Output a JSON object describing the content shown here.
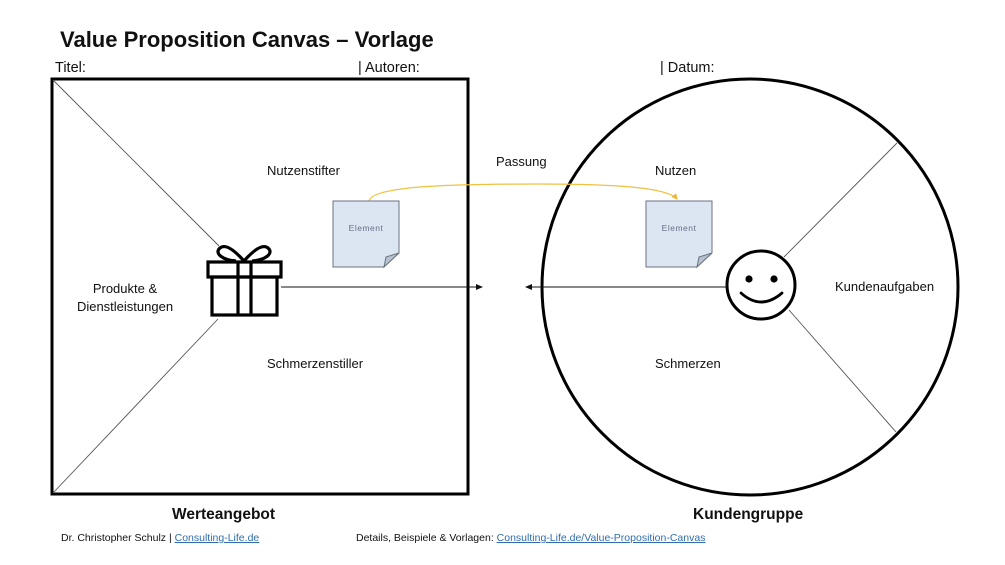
{
  "header": {
    "title": "Value Proposition Canvas – Vorlage",
    "title_field_label": "Titel:",
    "authors_field_label": "| Autoren:",
    "date_field_label": "| Datum:"
  },
  "value_proposition": {
    "section_label": "Werteangebot",
    "areas": {
      "products_services": [
        "Produkte &",
        "Dienstleistungen"
      ],
      "gain_creators": "Nutzenstifter",
      "pain_relievers": "Schmerzenstiller"
    },
    "center_icon": "gift-icon",
    "notes": [
      {
        "area": "gain_creators",
        "text": "Element"
      }
    ]
  },
  "customer_segment": {
    "section_label": "Kundengruppe",
    "areas": {
      "gains": "Nutzen",
      "pains": "Schmerzen",
      "customer_jobs": "Kundenaufgaben"
    },
    "center_icon": "smiley-icon",
    "notes": [
      {
        "area": "gains",
        "text": "Element"
      }
    ]
  },
  "fit": {
    "label": "Passung",
    "connector_color": "#f0c040"
  },
  "colors": {
    "note_fill": "#dce6f2",
    "note_border": "#6b7280",
    "link": "#2f6fb0"
  },
  "footer": {
    "author_text": "Dr. Christopher Schulz |",
    "author_link": "Consulting-Life.de",
    "details_text": "Details, Beispiele & Vorlagen:",
    "details_link": "Consulting-Life.de/Value-Proposition-Canvas"
  }
}
